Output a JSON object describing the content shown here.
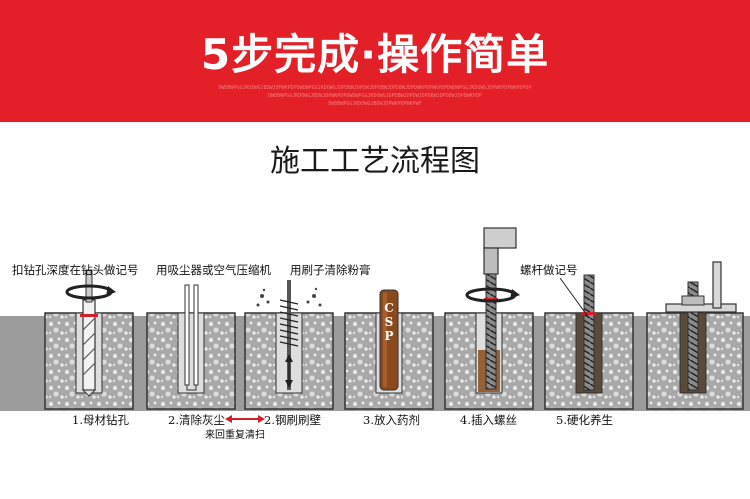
{
  "banner": {
    "title": "5步完成·操作简单",
    "deco_line_1": "DWDBWPGGJKDOWGJBDWJDPWKPDPDWDWPGGJKDOWGJDPDBWJDPDWJDPDBWJDPDBWJDPDWKPDPWKPDPDWDWPGGJKDOWGJDPWKPDPWKPDPDP",
    "deco_line_2": "DWDBWPGGJKDOWGJBDWJDPWKPDPDWDWPGGJKDOWGJDPDBWJDPDWJDPDBWJDPDBWJDPDWKPDP",
    "deco_line_3": "DWDBWPGGJKDOWGJBDWJDPWKPDPWKPWF"
  },
  "subtitle": "施工工艺流程图",
  "diagram": {
    "annotations": {
      "drill_depth": "扣钻孔深度在钻头做记号",
      "dust_tools": "用吸尘器或空气压缩机",
      "brush_tools": "用刷子清除粉膏",
      "rod_mark": "螺杆做记号",
      "repeat_clean": "来回重复清扫"
    },
    "capsule_label": "CSP",
    "steps": [
      {
        "label": "1.母材钻孔"
      },
      {
        "label": "2.清除灰尘"
      },
      {
        "label": "2.钢刷刷壁"
      },
      {
        "label": "3.放入药剂"
      },
      {
        "label": "4.插入螺丝"
      },
      {
        "label": "5.硬化养生"
      }
    ],
    "colors": {
      "concrete": "#a8a8a8",
      "hole": "#dedede",
      "outline": "#333333",
      "accent_red": "#d0202a",
      "capsule": "#8a4a1c"
    }
  }
}
